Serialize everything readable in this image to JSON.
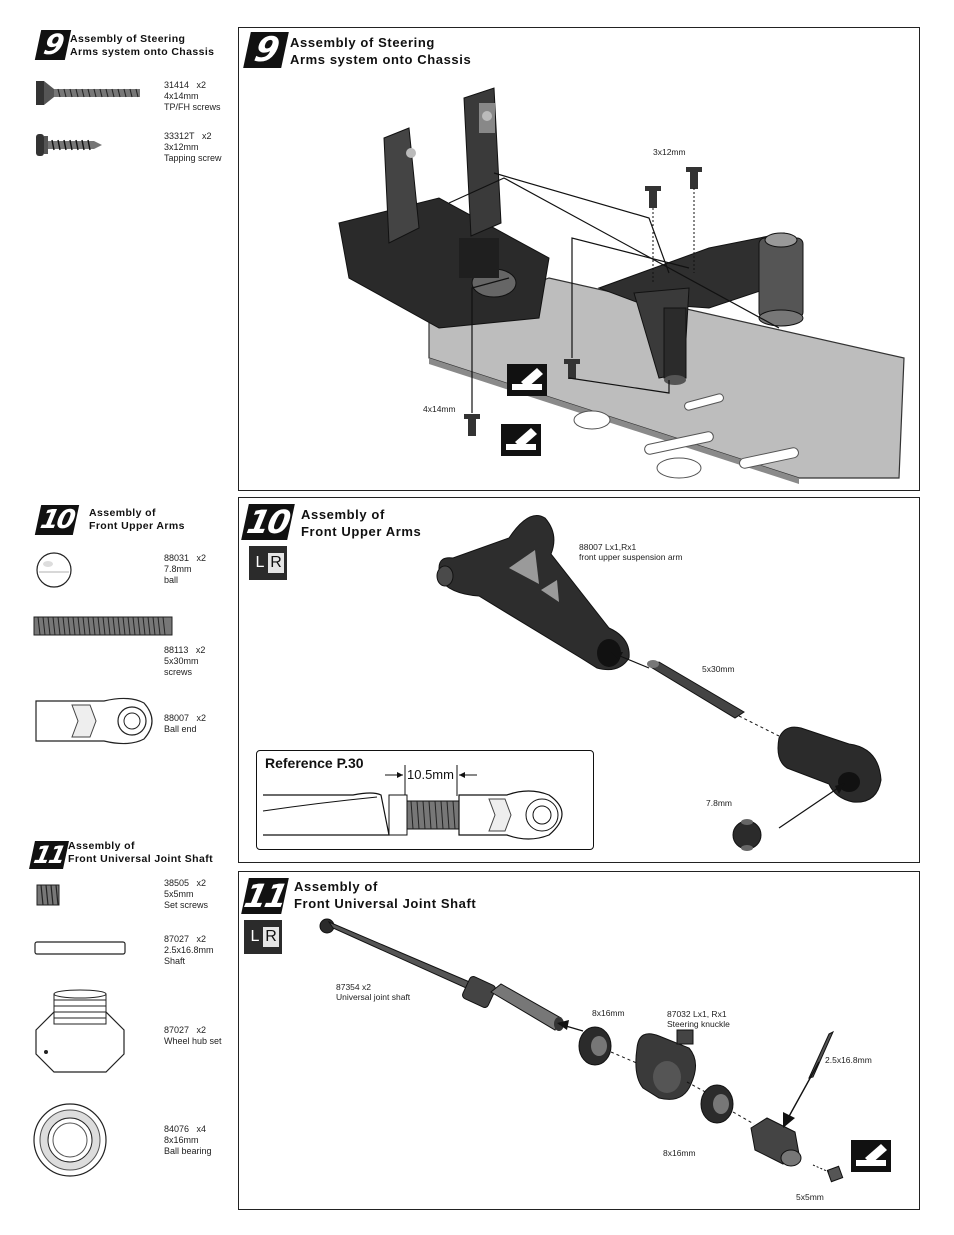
{
  "steps": [
    {
      "number": "9",
      "title_line1": "Assembly of Steering",
      "title_line2": "Arms system onto Chassis",
      "side_title_line1": "Assembly of Steering",
      "side_title_line2": "Arms system onto Chassis",
      "parts": [
        {
          "code": "31414",
          "qty": "x2",
          "size": "4x14mm",
          "desc": "TP/FH screws",
          "icon": "flat-head-screw-icon"
        },
        {
          "code": "33312T",
          "qty": "x2",
          "size": "3x12mm",
          "desc": "Tapping screw",
          "icon": "tapping-screw-icon"
        }
      ],
      "callouts": {
        "screw_top": "3x12mm",
        "screw_bottom": "4x14mm"
      }
    },
    {
      "number": "10",
      "title_line1": "Assembly of",
      "title_line2": "Front Upper Arms",
      "side_title_line1": "Assembly of",
      "side_title_line2": "Front Upper Arms",
      "parts": [
        {
          "code": "88031",
          "qty": "x2",
          "size": "7.8mm",
          "desc": "ball",
          "icon": "ball-icon"
        },
        {
          "code": "88113",
          "qty": "x2",
          "size": "5x30mm",
          "desc": "screws",
          "icon": "long-screw-icon"
        },
        {
          "code": "88007",
          "qty": "x2",
          "size": "",
          "desc": "Ball end",
          "icon": "ball-end-icon"
        }
      ],
      "callouts": {
        "arm_code": "88007   Lx1,Rx1",
        "arm_desc": "front upper suspension arm",
        "screw": "5x30mm",
        "ball": "7.8mm"
      },
      "lr_left": "L",
      "lr_right": "R",
      "reference": {
        "label": "Reference  P.30",
        "dimension": "10.5mm"
      }
    },
    {
      "number": "11",
      "title_line1": "Assembly of",
      "title_line2": "Front Universal Joint Shaft",
      "side_title_line1": "Assembly of",
      "side_title_line2": "Front Universal Joint Shaft",
      "parts": [
        {
          "code": "38505",
          "qty": "x2",
          "size": "5x5mm",
          "desc": "Set screws",
          "icon": "set-screw-icon"
        },
        {
          "code": "87027",
          "qty": "x2",
          "size": "2.5x16.8mm",
          "desc": "Shaft",
          "icon": "pin-shaft-icon"
        },
        {
          "code": "87027",
          "qty": "x2",
          "size": "",
          "desc": "Wheel hub set",
          "icon": "wheel-hub-icon"
        },
        {
          "code": "84076",
          "qty": "x4",
          "size": "8x16mm",
          "desc": "Ball bearing",
          "icon": "ball-bearing-icon"
        }
      ],
      "callouts": {
        "shaft_code": "87354   x2",
        "shaft_desc": "Universal joint shaft",
        "bearing_top": "8x16mm",
        "knuckle_code": "87032   Lx1, Rx1",
        "knuckle_desc": "Steering knuckle",
        "pin": "2.5x16.8mm",
        "bearing_bottom": "8x16mm",
        "set_screw": "5x5mm"
      },
      "lr_left": "L",
      "lr_right": "R"
    }
  ],
  "icons": {
    "threadlock": "threadlock-icon",
    "threadlock_label": "TL"
  }
}
